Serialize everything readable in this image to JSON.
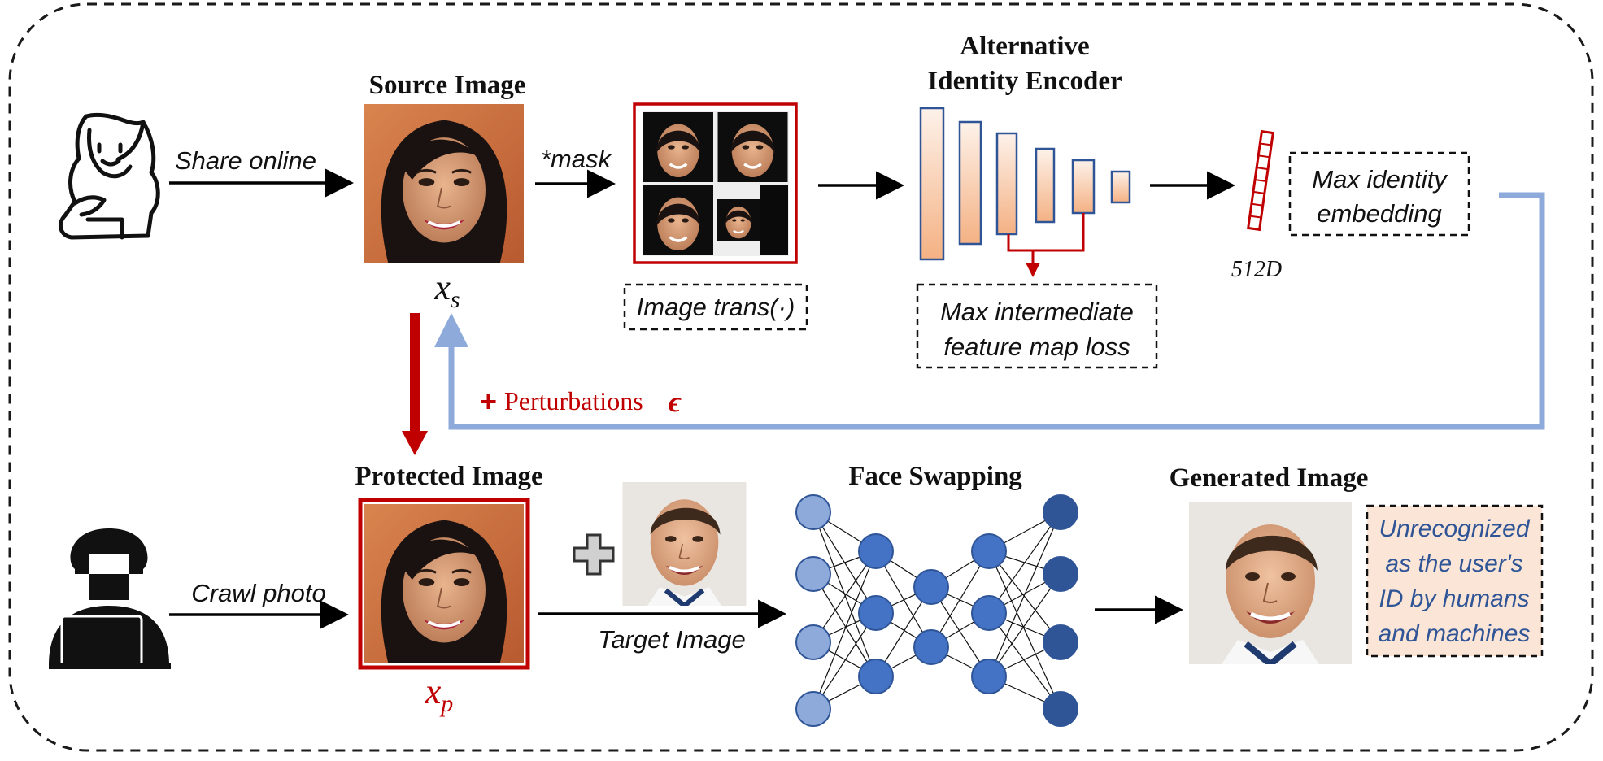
{
  "top_row": {
    "share_label": "Share online",
    "source_title": "Source Image",
    "source_symbol": "x",
    "source_sub": "s",
    "mask_label": "*mask",
    "trans_label": "Image trans(·)",
    "encoder_title_1": "Alternative",
    "encoder_title_2": "Identity Encoder",
    "feature_loss_1": "Max intermediate",
    "feature_loss_2": "feature map loss",
    "embedding_1": "Max identity",
    "embedding_2": "embedding",
    "dim_label": "512D"
  },
  "middle": {
    "plus_sign": "+",
    "perturb_label": "Perturbations",
    "epsilon": "ϵ"
  },
  "bottom_row": {
    "crawl_label": "Crawl photo",
    "protected_title": "Protected Image",
    "protected_symbol": "x",
    "protected_sub": "p",
    "target_label": "Target Image",
    "swap_title": "Face Swapping",
    "generated_title": "Generated Image",
    "result_1": "Unrecognized",
    "result_2": "as the user's",
    "result_3": "ID by humans",
    "result_4": "and machines"
  },
  "colors": {
    "accent_red": "#c00000",
    "accent_blue": "#8eaadb",
    "node_light": "#8eaadb",
    "node_mid": "#4472c4",
    "node_dark": "#2f5597",
    "result_fill": "#fbe5d6",
    "result_text": "#2f5597"
  },
  "icons": [
    "woman-user-icon",
    "hacker-icon",
    "plus-icon"
  ]
}
